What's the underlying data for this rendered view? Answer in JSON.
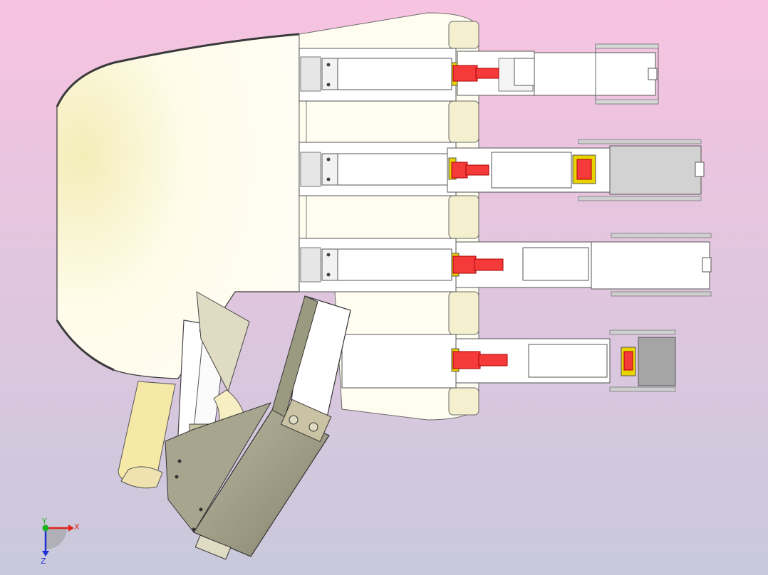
{
  "viewport": {
    "background_top": "#F7C3E1",
    "background_bottom": "#C9C9DC"
  },
  "colors": {
    "palm": "#FFFBE6",
    "palm_shade": "#F4EEC4",
    "outline": "#3A3A3A",
    "finger_white": "#FFFFFF",
    "finger_grey": "#D2D2D2",
    "joint_red": "#F53A3A",
    "joint_yellow": "#E8D300",
    "thumb_grey": "#9A9A80",
    "thumb_dark": "#6E6E5C",
    "thumb_light": "#D8D6C0"
  },
  "triad": {
    "x_label": "X",
    "y_label": "Y",
    "z_label": "Z",
    "x_color": "#E2231A",
    "y_color": "#1FB21F",
    "z_color": "#1E2FD6"
  }
}
